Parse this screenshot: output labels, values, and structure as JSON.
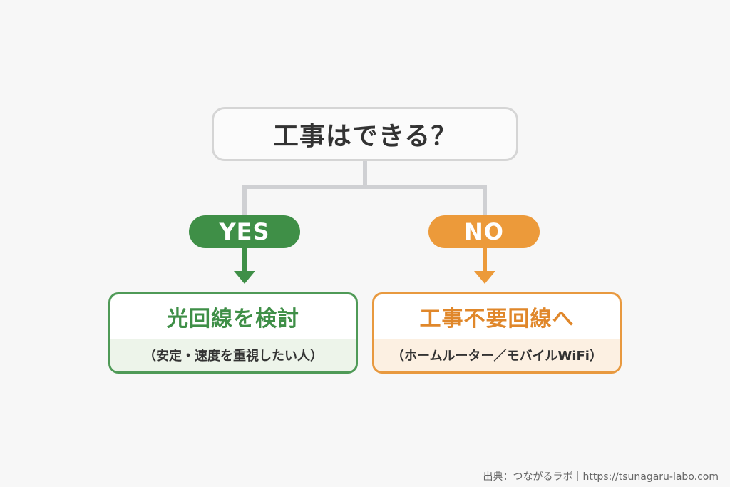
{
  "question": {
    "text": "工事はできる？"
  },
  "branches": [
    {
      "label": "YES",
      "color": "#3f8f47",
      "result_title": "光回線を検討",
      "result_subtitle": "（安定・速度を重視したい人）"
    },
    {
      "label": "NO",
      "color": "#ec9a3a",
      "result_title": "工事不要回線へ",
      "result_subtitle": "（ホームルーター／モバイルWiFi）"
    }
  ],
  "footer": {
    "source": "出典：つながるラボ｜https://tsunagaru-labo.com"
  }
}
